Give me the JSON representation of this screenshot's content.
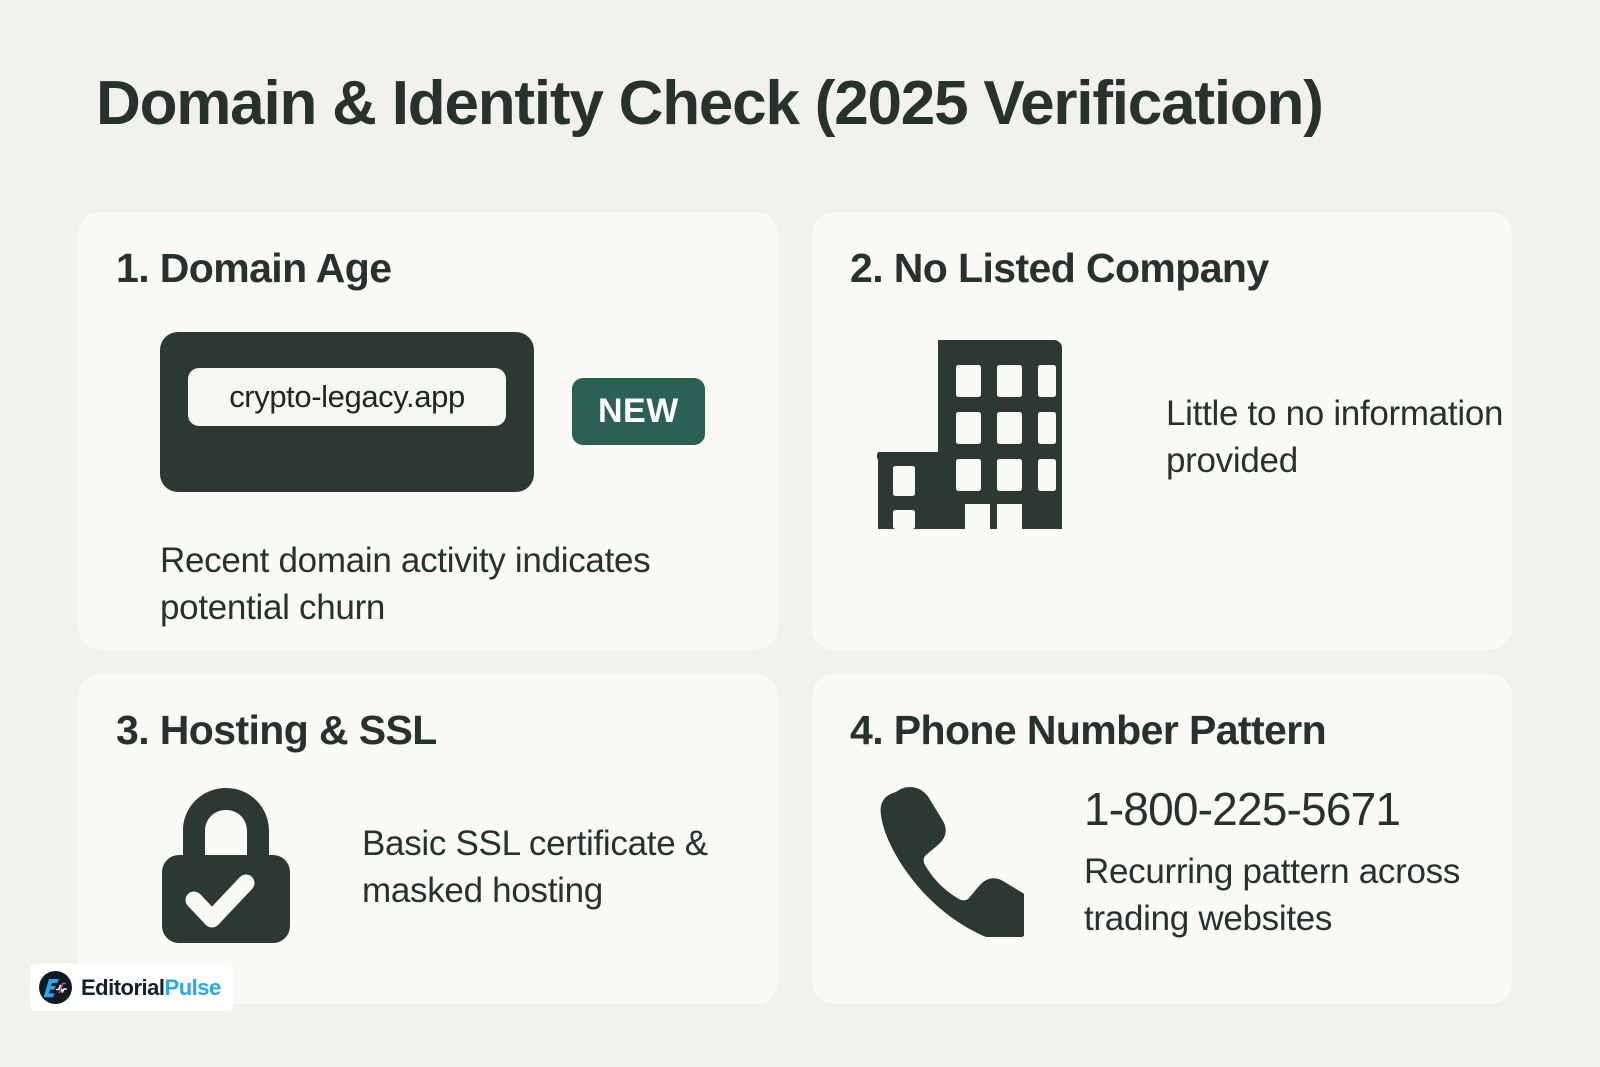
{
  "title": "Domain & Identity Check (2025 Verification)",
  "colors": {
    "page_background": "#f2f1ec",
    "card_background": "#faf9f6",
    "ink": "#26322d",
    "dark_panel": "#2b3833",
    "badge_green": "#2a6152",
    "logo_blue": "#2ba6f5"
  },
  "cards": [
    {
      "heading": "1. Domain Age",
      "domain_value": "crypto-legacy.app",
      "badge_label": "NEW",
      "description": "Recent domain activity indicates potential churn",
      "icon": "url-bar"
    },
    {
      "heading": "2. No Listed Company",
      "description": "Little to no information provided",
      "icon": "office-building-icon"
    },
    {
      "heading": "3. Hosting & SSL",
      "description": "Basic SSL certificate & masked hosting",
      "icon": "lock-check-icon"
    },
    {
      "heading": "4. Phone Number Pattern",
      "phone_number": "1-800-225-5671",
      "description": "Recurring pattern across trading websites",
      "icon": "phone-handset-icon"
    }
  ],
  "logo": {
    "mark": "editorialpulse-monogram-icon",
    "name_part1": "Editorial",
    "name_part2": "Pulse"
  }
}
